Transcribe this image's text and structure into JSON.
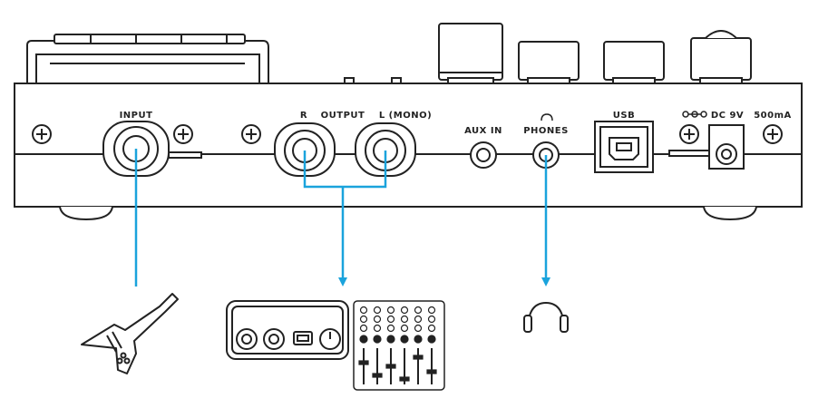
{
  "labels": {
    "input": "INPUT",
    "output_r": "R",
    "output": "OUTPUT",
    "output_l": "L (MONO)",
    "aux_in": "AUX IN",
    "phones": "PHONES",
    "usb": "USB",
    "dc": "DC 9V",
    "current": "500mA"
  },
  "icons": {
    "guitar": "guitar-icon",
    "audio_interface": "audio-interface-icon",
    "mixer": "mixer-icon",
    "headphones": "headphones-icon"
  },
  "colors": {
    "connector_line": "#1aa3dc",
    "outline": "#222222",
    "panel_fill": "#ffffff"
  }
}
